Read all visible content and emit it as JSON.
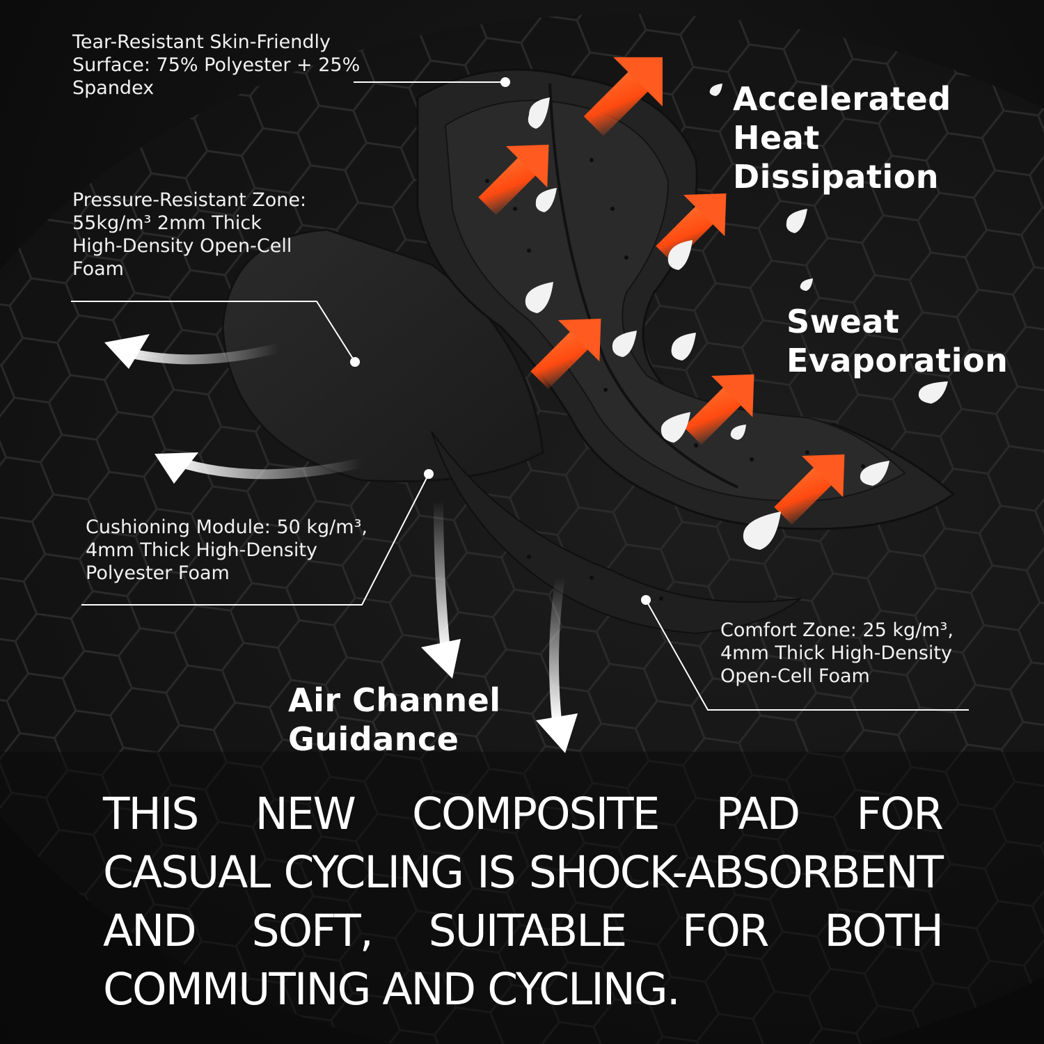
{
  "callouts": {
    "surface": "Tear-Resistant Skin-Friendly\nSurface: 75% Polyester + 25%\nSpandex",
    "pressure": "Pressure-Resistant Zone:\n55kg/m³  2mm Thick\nHigh-Density Open-Cell\nFoam",
    "cushioning": "Cushioning Module: 50 kg/m³,\n4mm Thick High-Density\nPolyester Foam",
    "comfort": "Comfort Zone: 25 kg/m³,\n4mm Thick High-Density\nOpen-Cell Foam"
  },
  "features": {
    "heat": "Accelerated\nHeat\nDissipation",
    "sweat": "Sweat\nEvaporation",
    "air": "Air Channel\nGuidance"
  },
  "headline": "THIS NEW COMPOSITE PAD FOR CASUAL CYCLING IS SHOCK-ABSORBENT AND SOFT, SUITABLE FOR BOTH COMMUTING AND CYCLING.",
  "colors": {
    "background": "#0b0b0b",
    "arrow_orange": "#ff5a1f",
    "text": "#ffffff"
  },
  "icons": [
    "heat-arrow-icon",
    "sweat-droplet-icon",
    "airflow-arrow-icon"
  ]
}
